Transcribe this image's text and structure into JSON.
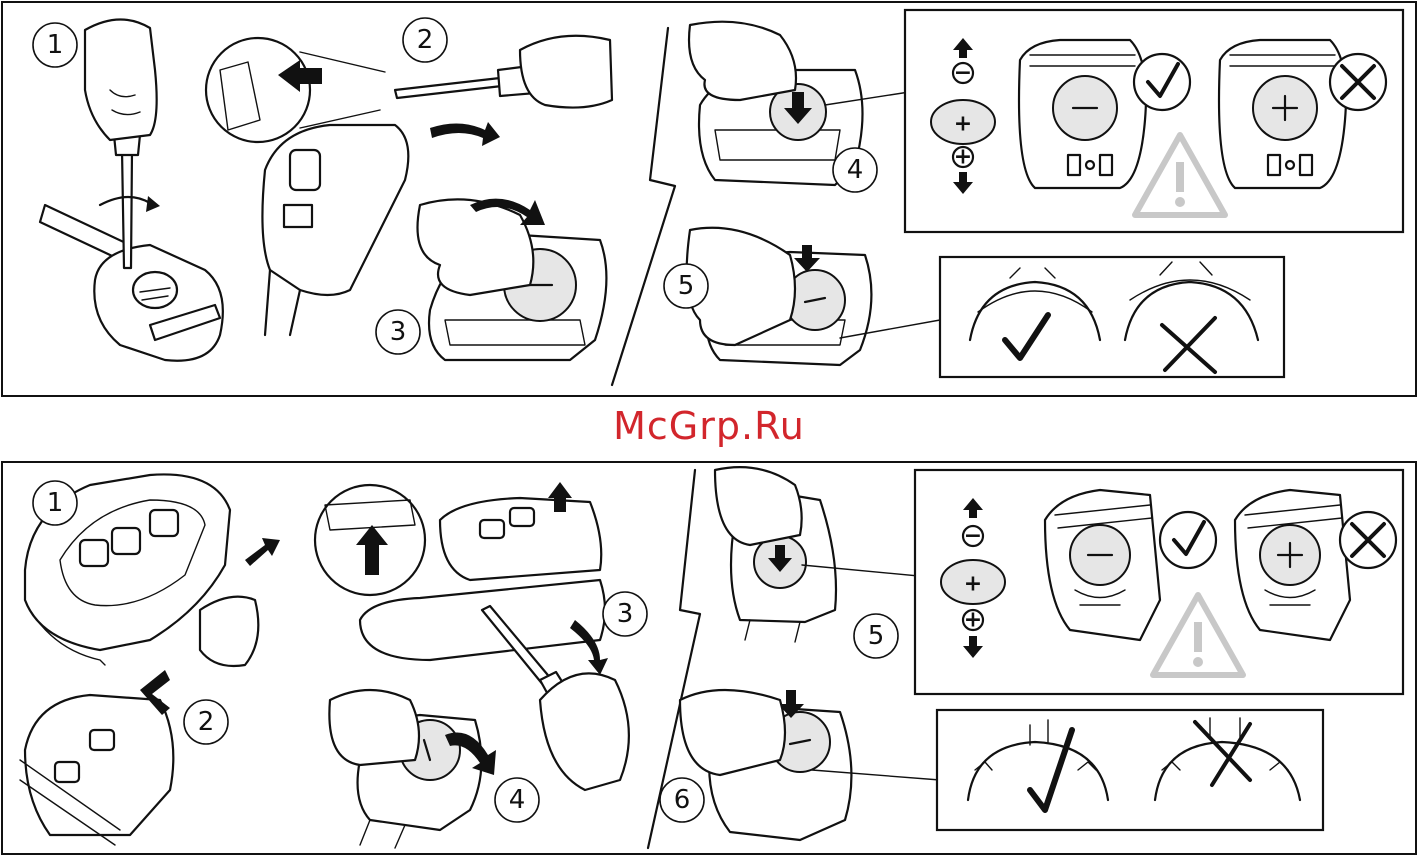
{
  "watermark": "McGrp.Ru",
  "top": {
    "steps": [
      "1",
      "2",
      "3",
      "4",
      "5"
    ],
    "symbols": {
      "minus": "−",
      "plus": "+"
    }
  },
  "bottom": {
    "steps": [
      "1",
      "2",
      "3",
      "4",
      "5",
      "6"
    ],
    "symbols": {
      "minus": "−",
      "plus": "+"
    }
  },
  "colors": {
    "watermark": "#d2262c",
    "line": "#111111",
    "warning": "#c8c8c8"
  },
  "icons": [
    "check-icon",
    "cross-icon",
    "warning-triangle-icon",
    "arrow-up-icon",
    "arrow-down-icon",
    "curved-arrow-icon",
    "screwdriver-icon",
    "hand-icon",
    "coin-battery-icon",
    "key-fob-icon"
  ]
}
